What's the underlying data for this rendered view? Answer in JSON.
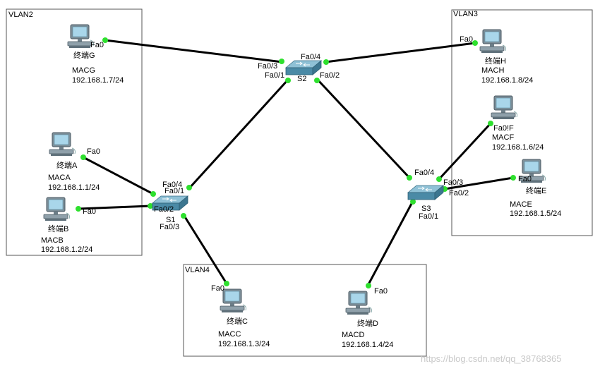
{
  "vlans": {
    "vlan2": "VLAN2",
    "vlan3": "VLAN3",
    "vlan4": "VLAN4"
  },
  "switches": {
    "s1": "S1",
    "s2": "S2",
    "s3": "S3"
  },
  "ports": {
    "s2_fa03": "Fa0/3",
    "s2_fa04": "Fa0/4",
    "s2_fa01": "Fa0/1",
    "s2_fa02": "Fa0/2",
    "s1_fa04": "Fa0/4",
    "s1_fa01": "Fa0/1",
    "s1_fa02": "Fa0/2",
    "s1_fa03": "Fa0/3",
    "s3_fa04": "Fa0/4",
    "s3_fa03": "Fa0/3",
    "s3_fa02": "Fa0/2",
    "s3_fa01": "Fa0/1",
    "g_fa0": "Fa0",
    "h_fa0": "Fa0",
    "a_fa0": "Fa0",
    "b_fa0": "Fa0",
    "f_fa0": "Fa0!F",
    "e_fa0": "Fa0",
    "c_fa0": "Fa0",
    "d_fa0": "Fa0"
  },
  "hosts": {
    "g": {
      "name": "终端G",
      "mac": "MACG",
      "ip": "192.168.1.7/24"
    },
    "h": {
      "name": "终端H",
      "mac": "MACH",
      "ip": "192.168.1.8/24"
    },
    "a": {
      "name": "终端A",
      "mac": "MACA",
      "ip": "192.168.1.1/24"
    },
    "b": {
      "name": "终端B",
      "mac": "MACB",
      "ip": "192.168.1.2/24"
    },
    "f": {
      "name": "",
      "mac": "MACF",
      "ip": "192.168.1.6/24"
    },
    "e": {
      "name": "终端E",
      "mac": "MACE",
      "ip": "192.168.1.5/24"
    },
    "c": {
      "name": "终端C",
      "mac": "MACC",
      "ip": "192.168.1.3/24"
    },
    "d": {
      "name": "终端D",
      "mac": "MACD",
      "ip": "192.168.1.4/24"
    }
  },
  "watermark": "https://blog.csdn.net/qq_38768365",
  "colors": {
    "link": "#000000",
    "port_dot": "#22dd22",
    "vlan_border": "#555555",
    "switch_top": "#7fb3c9",
    "switch_side": "#3f7f99",
    "pc_screen": "#9fd0e6"
  }
}
